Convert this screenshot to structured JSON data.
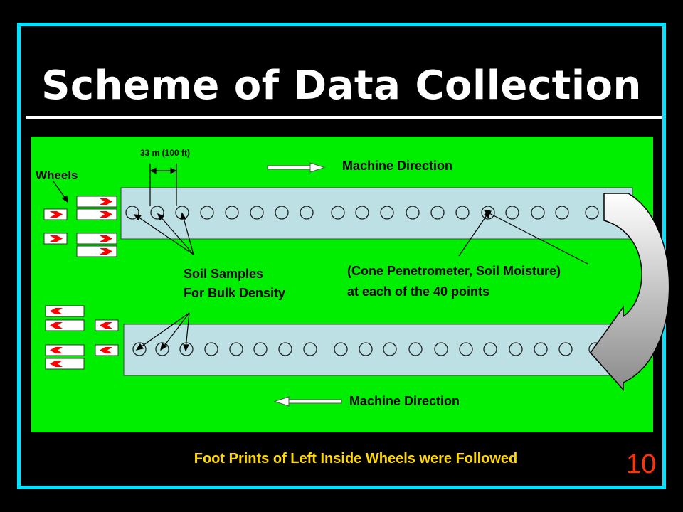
{
  "slide": {
    "title": "Scheme of Data Collection",
    "footer": "Foot Prints of Left Inside Wheels were Followed",
    "number": "10"
  },
  "diagram": {
    "scale_label": "33 m (100 ft)",
    "wheels_label": "Wheels",
    "direction_label_top": "Machine Direction",
    "direction_label_bottom": "Machine Direction",
    "soil_samples_line1": "Soil Samples",
    "soil_samples_line2": "For Bulk Density",
    "measure_line1": "(Cone Penetrometer, Soil Moisture)",
    "measure_line2": "at each of the 40 points"
  },
  "colors": {
    "frame": "#00e4ff",
    "field": "#00ee00",
    "strip": "#bde0e4",
    "title": "#ffffff",
    "footer": "#ffd800",
    "slide_number": "#ff3300",
    "wheel_arrow": "#ff0000"
  }
}
